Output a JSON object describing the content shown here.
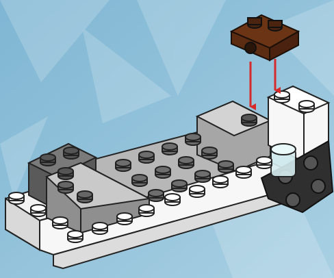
{
  "scene": {
    "background_color": "#7fb6d3",
    "background_highlight": "#a9d0e3",
    "arrow_color": "#d62a2a",
    "step_action": "attach",
    "new_part": {
      "kind": "technic-brick-1x2-with-hole",
      "color": "#6a3415"
    },
    "base_parts": [
      {
        "kind": "plate-white",
        "color": "#f3f3f3"
      },
      {
        "kind": "plate-light-gray",
        "color": "#a7a7a7"
      },
      {
        "kind": "slope-light-gray",
        "color": "#b3b3b3"
      },
      {
        "kind": "brick-white-1x2x2",
        "color": "#f7f7f7"
      },
      {
        "kind": "dark-bracket-with-round-plates",
        "color": "#3a3a3a"
      },
      {
        "kind": "transparent-round-plate",
        "color": "#cfe8ea"
      }
    ],
    "icons": [
      "arrow-down-icon",
      "arrow-down-icon"
    ]
  }
}
